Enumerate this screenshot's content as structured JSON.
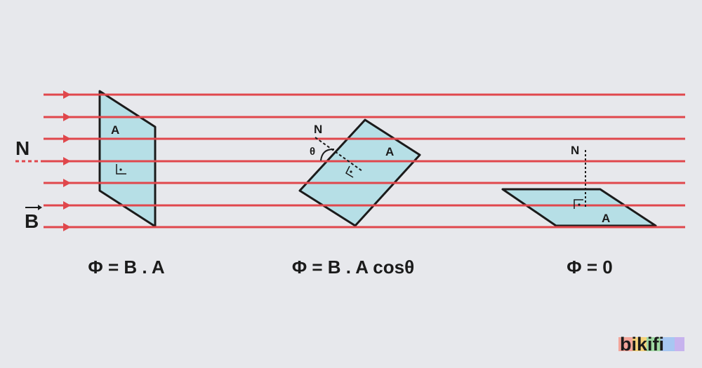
{
  "labels": {
    "normal": "N",
    "field": "B",
    "area": "A",
    "theta": "θ"
  },
  "formulas": {
    "perpendicular": "Φ = B . A",
    "angled": "Φ = B . A cosθ",
    "parallel": "Φ = 0"
  },
  "logo": {
    "text": "bikifi"
  },
  "colors": {
    "background": "#e7e8ec",
    "field_line": "#e0474c",
    "plate_fill": "#b6dfe6",
    "stroke": "#1b1b1b",
    "logo_stripes": [
      "#f3a59a",
      "#f6d37b",
      "#9fd8a3",
      "#a7c7f2",
      "#c7b3ee"
    ]
  }
}
